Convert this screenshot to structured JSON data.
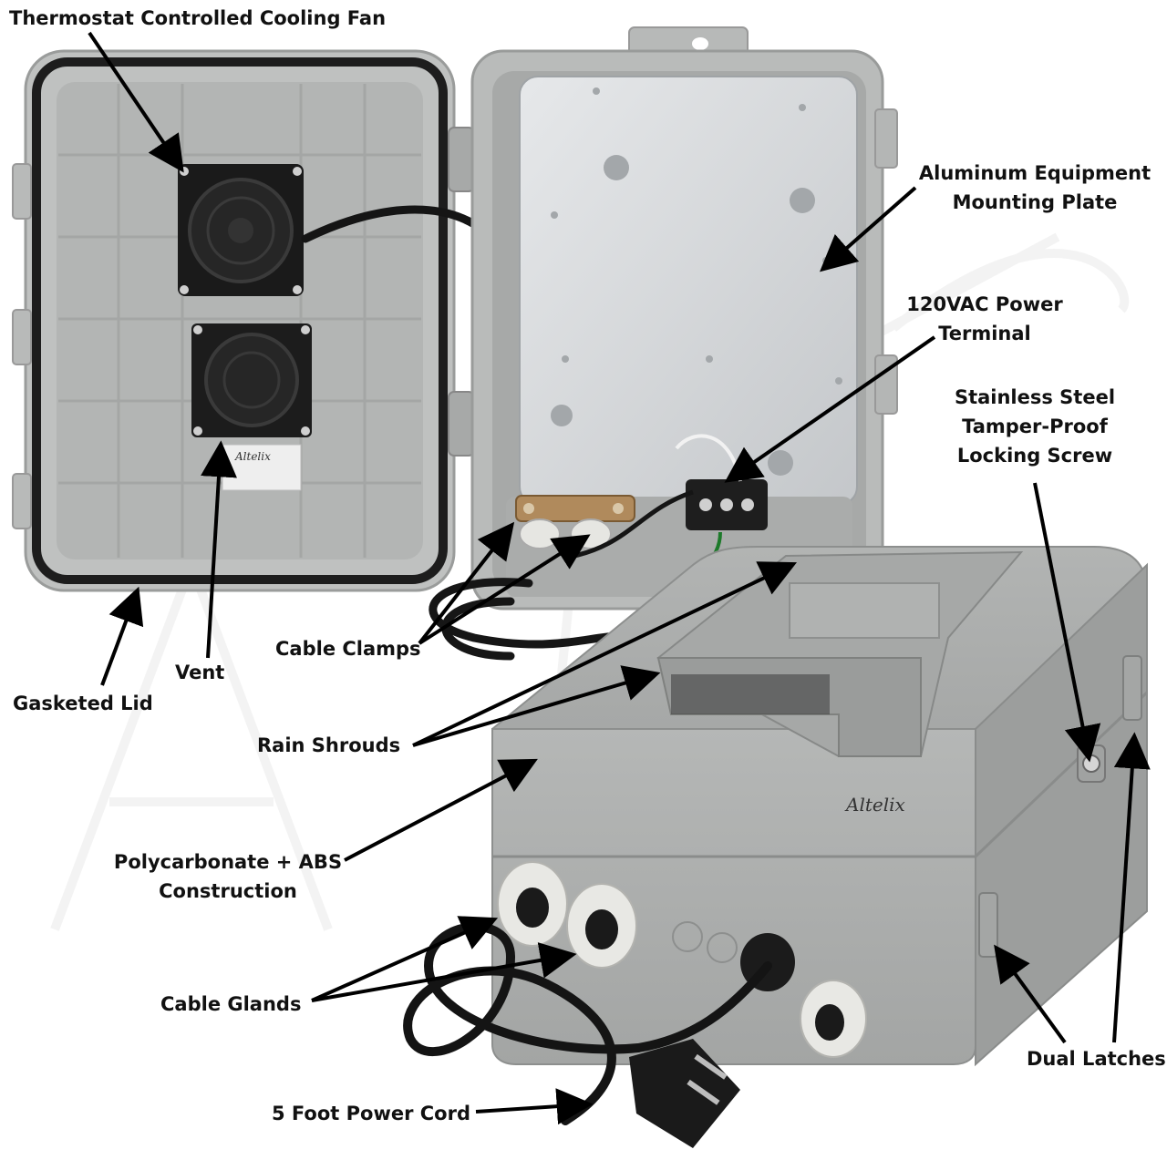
{
  "labels": {
    "cooling_fan": "Thermostat Controlled Cooling Fan",
    "mounting_plate_line1": "Aluminum Equipment",
    "mounting_plate_line2": "Mounting Plate",
    "power_terminal_line1": "120VAC Power",
    "power_terminal_line2": "Terminal",
    "locking_screw_line1": "Stainless Steel",
    "locking_screw_line2": "Tamper-Proof",
    "locking_screw_line3": "Locking Screw",
    "cable_clamps": "Cable Clamps",
    "gasketed_lid": "Gasketed Lid",
    "vent": "Vent",
    "rain_shrouds": "Rain Shrouds",
    "construction_line1": "Polycarbonate + ABS",
    "construction_line2": "Construction",
    "cable_glands": "Cable Glands",
    "dual_latches": "Dual Latches",
    "power_cord": "5 Foot Power Cord"
  },
  "brand": "Altelix",
  "colors": {
    "enclosure_gray": "#a9abaa",
    "lid_gray": "#b8bab9",
    "plate_silver": "#d6d9dc",
    "fan_black": "#1a1a1a",
    "gland_white": "#e9e9e6",
    "cord_black": "#141414",
    "arrow_black": "#000000"
  }
}
